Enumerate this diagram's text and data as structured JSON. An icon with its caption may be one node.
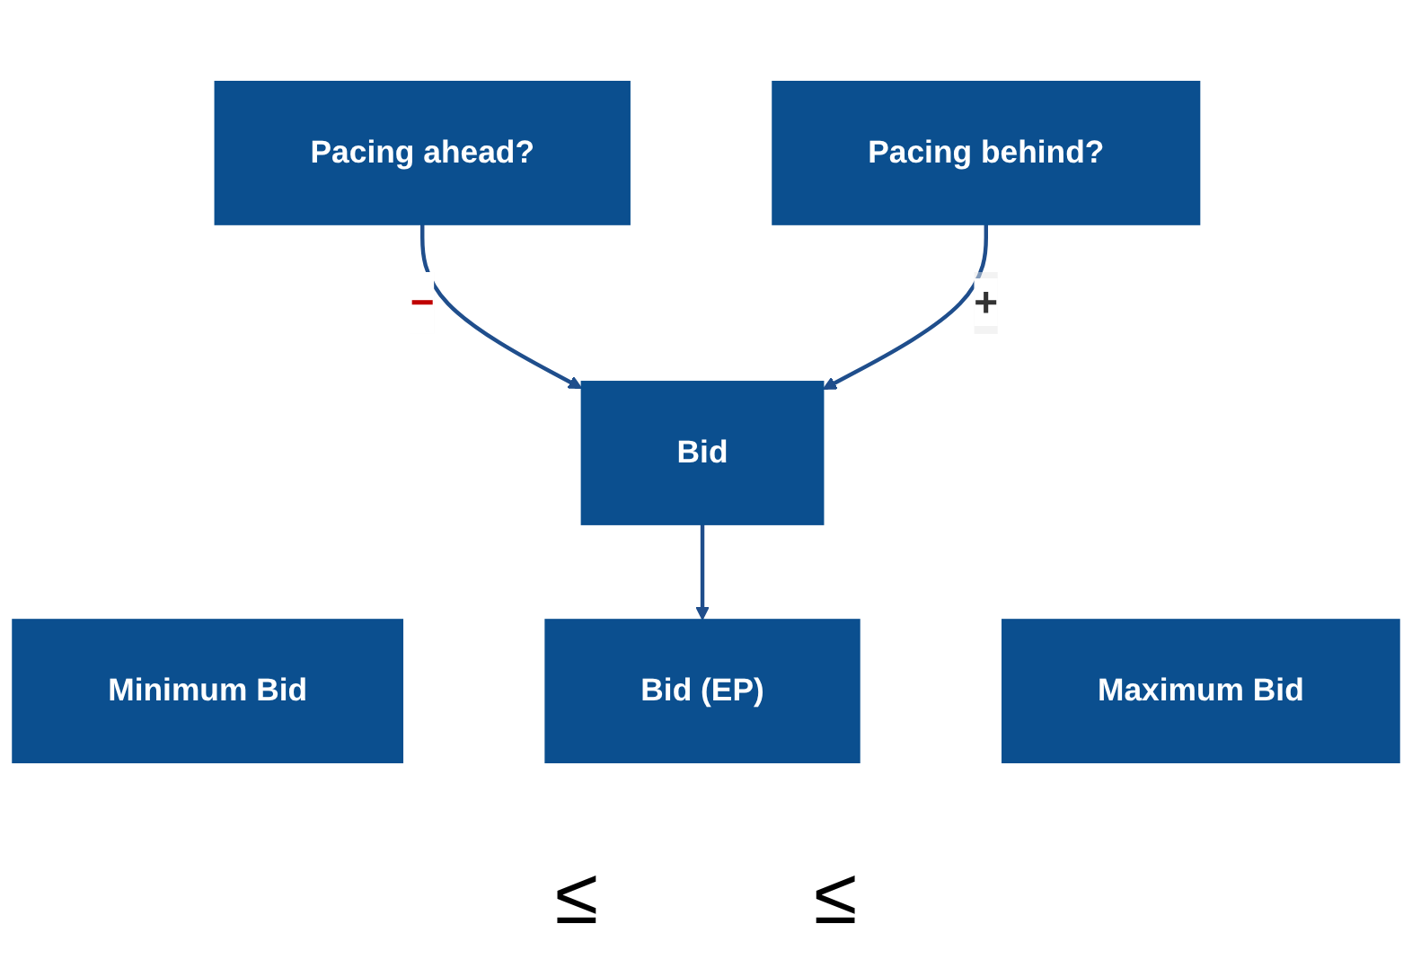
{
  "diagram": {
    "nodes": [
      {
        "text": [
          "Pacing ahead?"
        ]
      },
      {
        "text": [
          "Pacing behind?"
        ]
      },
      {
        "text": [
          "Bid"
        ]
      },
      {
        "text": [
          "Minimum Bid"
        ]
      },
      {
        "text": [
          "Bid (EP)"
        ]
      },
      {
        "text": [
          "Maximum Bid"
        ]
      }
    ],
    "edges": [
      {
        "from": 0,
        "to": 2,
        "arrow": "to",
        "label": "−"
      },
      {
        "from": 1,
        "to": 2,
        "arrow": "to",
        "label": "+"
      },
      {
        "from": 2,
        "to": 4,
        "arrow": "to"
      }
    ],
    "labels": [
      "≤",
      "≤"
    ]
  }
}
